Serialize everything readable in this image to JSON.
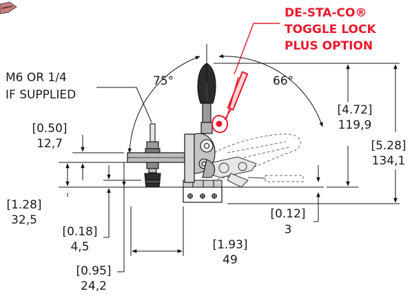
{
  "callout": {
    "line1": "DE-STA-CO®",
    "line2": "TOGGLE LOCK",
    "line3": "PLUS OPTION",
    "color": "#e8192c"
  },
  "spindle_note": {
    "line1": "M6 OR 1/4",
    "line2": "IF SUPPLIED"
  },
  "angles": {
    "open": "75°",
    "handle": "66°"
  },
  "dimensions": {
    "d050": {
      "imperial": "[0.50]",
      "metric": "12,7"
    },
    "d472": {
      "imperial": "[4.72]",
      "metric": "119,9"
    },
    "d528": {
      "imperial": "[5.28]",
      "metric": "134,1"
    },
    "d128": {
      "imperial": "[1.28]",
      "metric": "32,5"
    },
    "d012": {
      "imperial": "[0.12]",
      "metric": "3"
    },
    "d018": {
      "imperial": "[0.18]",
      "metric": "4,5"
    },
    "d193": {
      "imperial": "[1.93]",
      "metric": "49"
    },
    "d095": {
      "imperial": "[0.95]",
      "metric": "24,2"
    }
  }
}
